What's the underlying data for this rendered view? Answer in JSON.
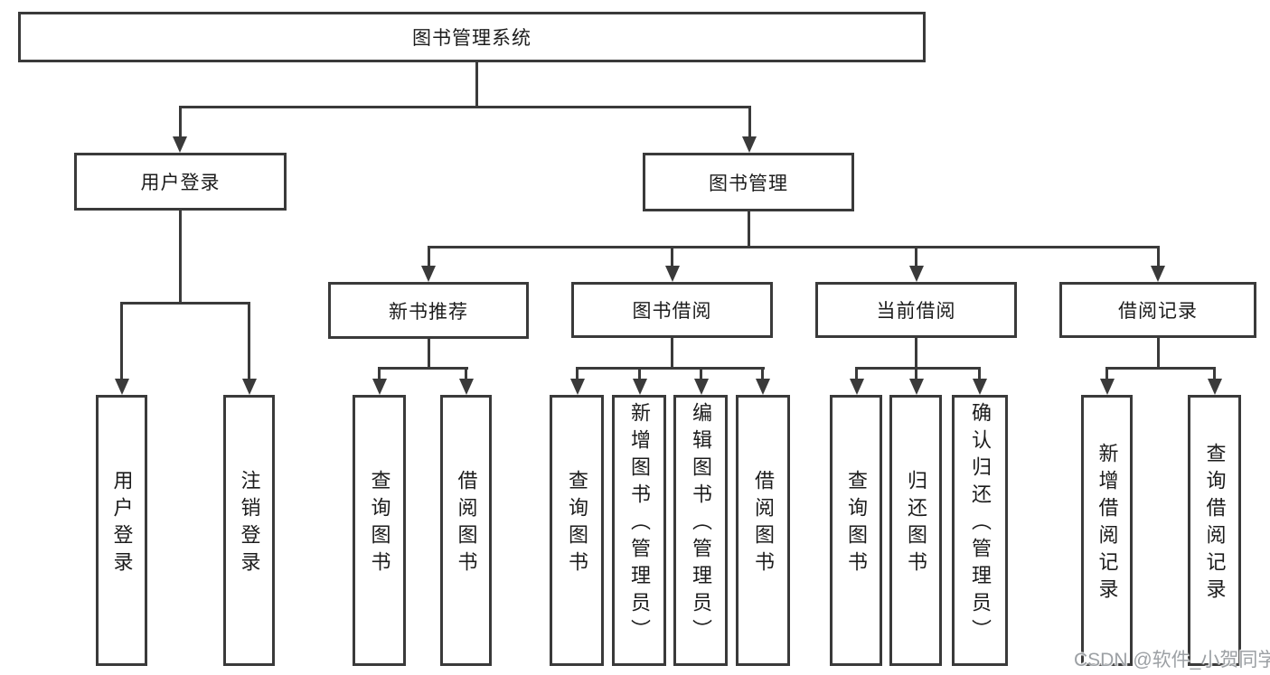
{
  "diagram": {
    "root": "图书管理系统",
    "level2": [
      "用户登录",
      "图书管理"
    ],
    "level3": [
      "新书推荐",
      "图书借阅",
      "当前借阅",
      "借阅记录"
    ],
    "leaves_user_login": [
      "用户登录",
      "注销登录"
    ],
    "leaves_new_book": [
      "查询图书",
      "借阅图书"
    ],
    "leaves_book_borrow": [
      "查询图书",
      "新增图书（管理员）",
      "编辑图书（管理员）",
      "借阅图书"
    ],
    "leaves_current_borrow": [
      "查询图书",
      "归还图书",
      "确认归还（管理员）"
    ],
    "leaves_borrow_record": [
      "新增借阅记录",
      "查询借阅记录"
    ]
  },
  "watermark": {
    "text": "CSDN @软件_小贺同学"
  },
  "colors": {
    "line": "#3a3a3a",
    "text": "#1c1c1c",
    "watermark_text": "#9ca0a4",
    "background": "#ffffff"
  }
}
